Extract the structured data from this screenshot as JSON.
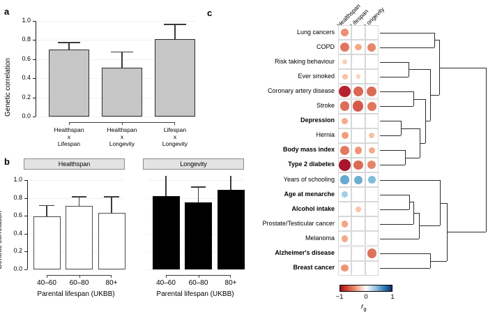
{
  "figure": {
    "panel_a_letter": "a",
    "panel_b_letter": "b",
    "panel_c_letter": "c"
  },
  "chart_data": [
    {
      "id": "panel_a",
      "type": "bar",
      "title": "",
      "xlabel": "",
      "ylabel": "Genetic correlation",
      "ylim": [
        0,
        1.0
      ],
      "yticks": [
        "0.0",
        "0.2",
        "0.4",
        "0.6",
        "0.8",
        "1.0"
      ],
      "grid": true,
      "categories": [
        "Healthspan\nx\nLifespan",
        "Healthspan\nx\nLongevity",
        "Lifespan\nx\nLongevity"
      ],
      "category_lines": [
        [
          "Healthspan",
          "x",
          "Lifespan"
        ],
        [
          "Healthspan",
          "x",
          "Longevity"
        ],
        [
          "Lifespan",
          "x",
          "Longevity"
        ]
      ],
      "values": [
        0.7,
        0.51,
        0.81
      ],
      "err_upper": [
        0.78,
        0.68,
        0.97
      ],
      "bar_color": "#c6c6c6"
    },
    {
      "id": "panel_b_healthspan",
      "type": "bar",
      "facet_label": "Healthspan",
      "xlabel": "Parental lifespan (UKBB)",
      "ylabel": "Genetic correlation",
      "ylim": [
        0,
        1.0
      ],
      "yticks": [
        "0.0",
        "0.2",
        "0.4",
        "0.6",
        "0.8",
        "1.0"
      ],
      "grid": true,
      "categories": [
        "40–60",
        "60–80",
        "80+"
      ],
      "values": [
        0.59,
        0.71,
        0.63
      ],
      "err_upper": [
        0.72,
        0.82,
        0.82
      ],
      "bar_color": "#ffffff"
    },
    {
      "id": "panel_b_longevity",
      "type": "bar",
      "facet_label": "Longevity",
      "xlabel": "Parental lifespan (UKBB)",
      "ylabel": "",
      "ylim": [
        0,
        1.0
      ],
      "yticks": [
        "0.0",
        "0.2",
        "0.4",
        "0.6",
        "0.8",
        "1.0"
      ],
      "grid": true,
      "categories": [
        "40–60",
        "60–80",
        "80+"
      ],
      "values": [
        0.82,
        0.75,
        0.89
      ],
      "err_upper": [
        1.07,
        0.93,
        1.19
      ],
      "bar_color": "#000000"
    },
    {
      "id": "panel_c",
      "type": "heatmap",
      "columns": [
        "Healthspan",
        "Lifespan",
        "Longevity"
      ],
      "colorbar": {
        "label": "rg",
        "ticks": [
          "−1",
          "0",
          "1"
        ],
        "min": -1,
        "max": 1,
        "low_color": "#9e0d1f",
        "mid_color": "#ffffff",
        "high_color": "#0b2f6b"
      },
      "rows": [
        {
          "label": "Lung cancers",
          "bold": false,
          "values": [
            -0.33,
            null,
            null
          ]
        },
        {
          "label": "COPD",
          "bold": false,
          "values": [
            -0.42,
            -0.24,
            -0.36
          ]
        },
        {
          "label": "Risk taking behaviour",
          "bold": false,
          "values": [
            -0.14,
            null,
            null
          ]
        },
        {
          "label": "Ever smoked",
          "bold": false,
          "values": [
            -0.17,
            -0.12,
            null
          ]
        },
        {
          "label": "Coronary artery disease",
          "bold": false,
          "values": [
            -0.72,
            -0.47,
            -0.46
          ]
        },
        {
          "label": "Stroke",
          "bold": false,
          "values": [
            -0.45,
            -0.52,
            -0.42
          ]
        },
        {
          "label": "Depression",
          "bold": true,
          "values": [
            -0.24,
            null,
            null
          ]
        },
        {
          "label": "Hernia",
          "bold": false,
          "values": [
            -0.28,
            null,
            -0.17
          ]
        },
        {
          "label": "Body mass index",
          "bold": true,
          "values": [
            -0.41,
            -0.3,
            -0.24
          ]
        },
        {
          "label": "Type 2 diabetes",
          "bold": true,
          "values": [
            -0.78,
            -0.46,
            -0.37
          ]
        },
        {
          "label": "Years of schooling",
          "bold": false,
          "values": [
            0.39,
            0.37,
            0.3
          ]
        },
        {
          "label": "Age at menarche",
          "bold": true,
          "values": [
            0.21,
            null,
            null
          ]
        },
        {
          "label": "Alcohol intake",
          "bold": true,
          "values": [
            null,
            -0.16,
            null
          ]
        },
        {
          "label": "Prostate/Testicular cancer",
          "bold": false,
          "values": [
            -0.25,
            null,
            null
          ]
        },
        {
          "label": "Melanoma",
          "bold": false,
          "values": [
            -0.24,
            null,
            null
          ]
        },
        {
          "label": "Alzheimer's disease",
          "bold": true,
          "values": [
            null,
            null,
            -0.44
          ]
        },
        {
          "label": "Breast cancer",
          "bold": true,
          "values": [
            -0.31,
            null,
            null
          ]
        }
      ]
    }
  ]
}
